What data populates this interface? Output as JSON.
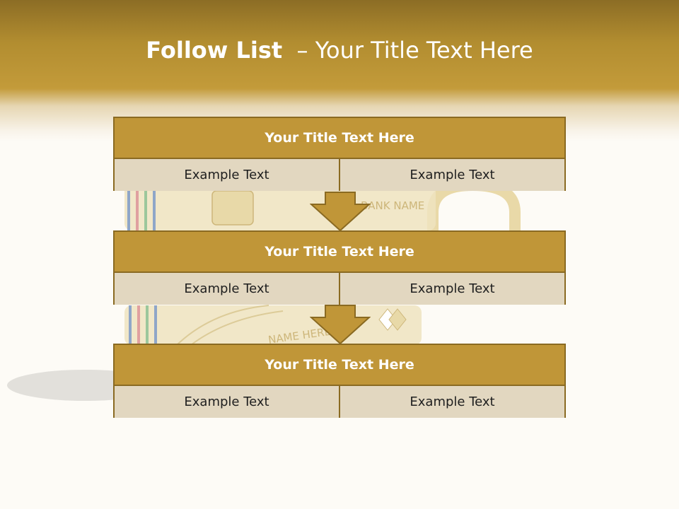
{
  "slide": {
    "title_bold": "Follow List",
    "title_rest": "  – Your Title Text Here"
  },
  "background_art": {
    "card_top_text": "BANK NAME",
    "card_bottom_text": "NAME HERE"
  },
  "blocks": [
    {
      "title": "Your Title Text Here",
      "left": "Example Text",
      "right": "Example Text"
    },
    {
      "title": "Your Title Text Here",
      "left": "Example Text",
      "right": "Example Text"
    },
    {
      "title": "Your Title Text Here",
      "left": "Example Text",
      "right": "Example Text"
    }
  ],
  "colors": {
    "header_gold": "#b28d30",
    "block_title_fill": "#c09638",
    "cell_fill": "#e2d7c0",
    "border": "#8a6a22"
  }
}
